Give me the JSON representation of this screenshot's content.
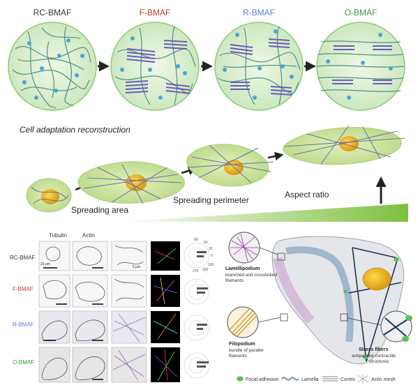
{
  "top_panel": {
    "circles": [
      {
        "label": "RC-BMAF",
        "color": "#333333"
      },
      {
        "label": "F-BMAF",
        "color": "#c0392b"
      },
      {
        "label": "R-BMAF",
        "color": "#5b7fd6"
      },
      {
        "label": "O-BMAF",
        "color": "#3a9a3a"
      }
    ]
  },
  "middle_panel": {
    "title": "Cell adaptation reconstruction",
    "stages": [
      "Spreading area",
      "Spreading perimeter",
      "Aspect ratio"
    ]
  },
  "bottom_left": {
    "col_headers": [
      "Tubulin",
      "Actin"
    ],
    "rows": [
      {
        "label": "RC-BMAF",
        "color": "#333333"
      },
      {
        "label": "F-BMAF",
        "color": "#c0392b"
      },
      {
        "label": "R-BMAF",
        "color": "#5b7fd6"
      },
      {
        "label": "O-BMAF",
        "color": "#3a9a3a"
      }
    ],
    "scale_labels": [
      "20 μm",
      "5 μm"
    ],
    "rose_ticks": [
      "90",
      "60",
      "30",
      "0",
      "330",
      "270",
      "300"
    ]
  },
  "bottom_right": {
    "lamellipodium": {
      "title": "Lamellipodium",
      "desc": [
        "branched and crosslinked",
        "filaments"
      ]
    },
    "filopodium": {
      "title": "Filopodium",
      "desc": [
        "bundle of parallel",
        "filaments"
      ]
    },
    "stress_fibers": {
      "title": "Stress fibers",
      "desc": [
        "antiparallel contractile",
        "structures"
      ]
    },
    "legend": [
      "Focal adhesion",
      "Lamella",
      "Cortex",
      "Actin mesh"
    ]
  },
  "colors": {
    "circle_fill": "#dff0d3",
    "circle_stroke": "#8cc97a",
    "fiber": "#4e8f86",
    "bundle": "#6b5bb8",
    "adhesion": "#4aa5d8",
    "nucleus": "#e8b81f",
    "gradient_end": "#7fbf3f"
  }
}
